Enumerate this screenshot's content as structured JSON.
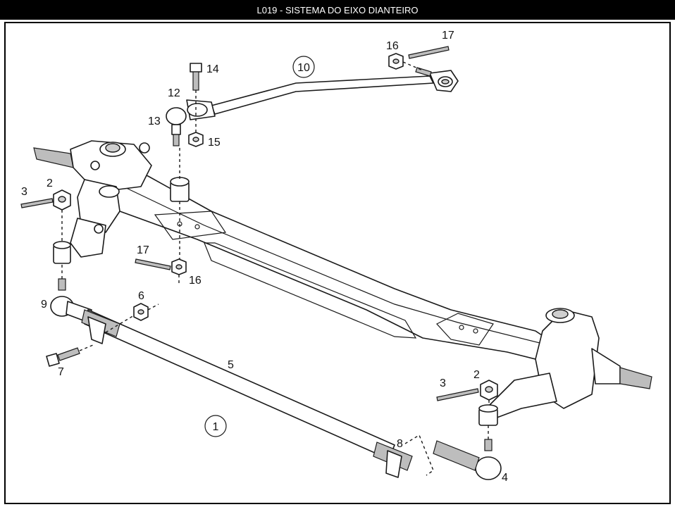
{
  "header": {
    "title": "L019 - SISTEMA DO EIXO DIANTEIRO"
  },
  "labels": {
    "n1": "1",
    "n2a": "2",
    "n2b": "2",
    "n3a": "3",
    "n3b": "3",
    "n4": "4",
    "n5": "5",
    "n6": "6",
    "n7": "7",
    "n8": "8",
    "n9": "9",
    "n10": "10",
    "n12": "12",
    "n13": "13",
    "n14": "14",
    "n15": "15",
    "n16a": "16",
    "n16b": "16",
    "n17a": "17",
    "n17b": "17"
  }
}
